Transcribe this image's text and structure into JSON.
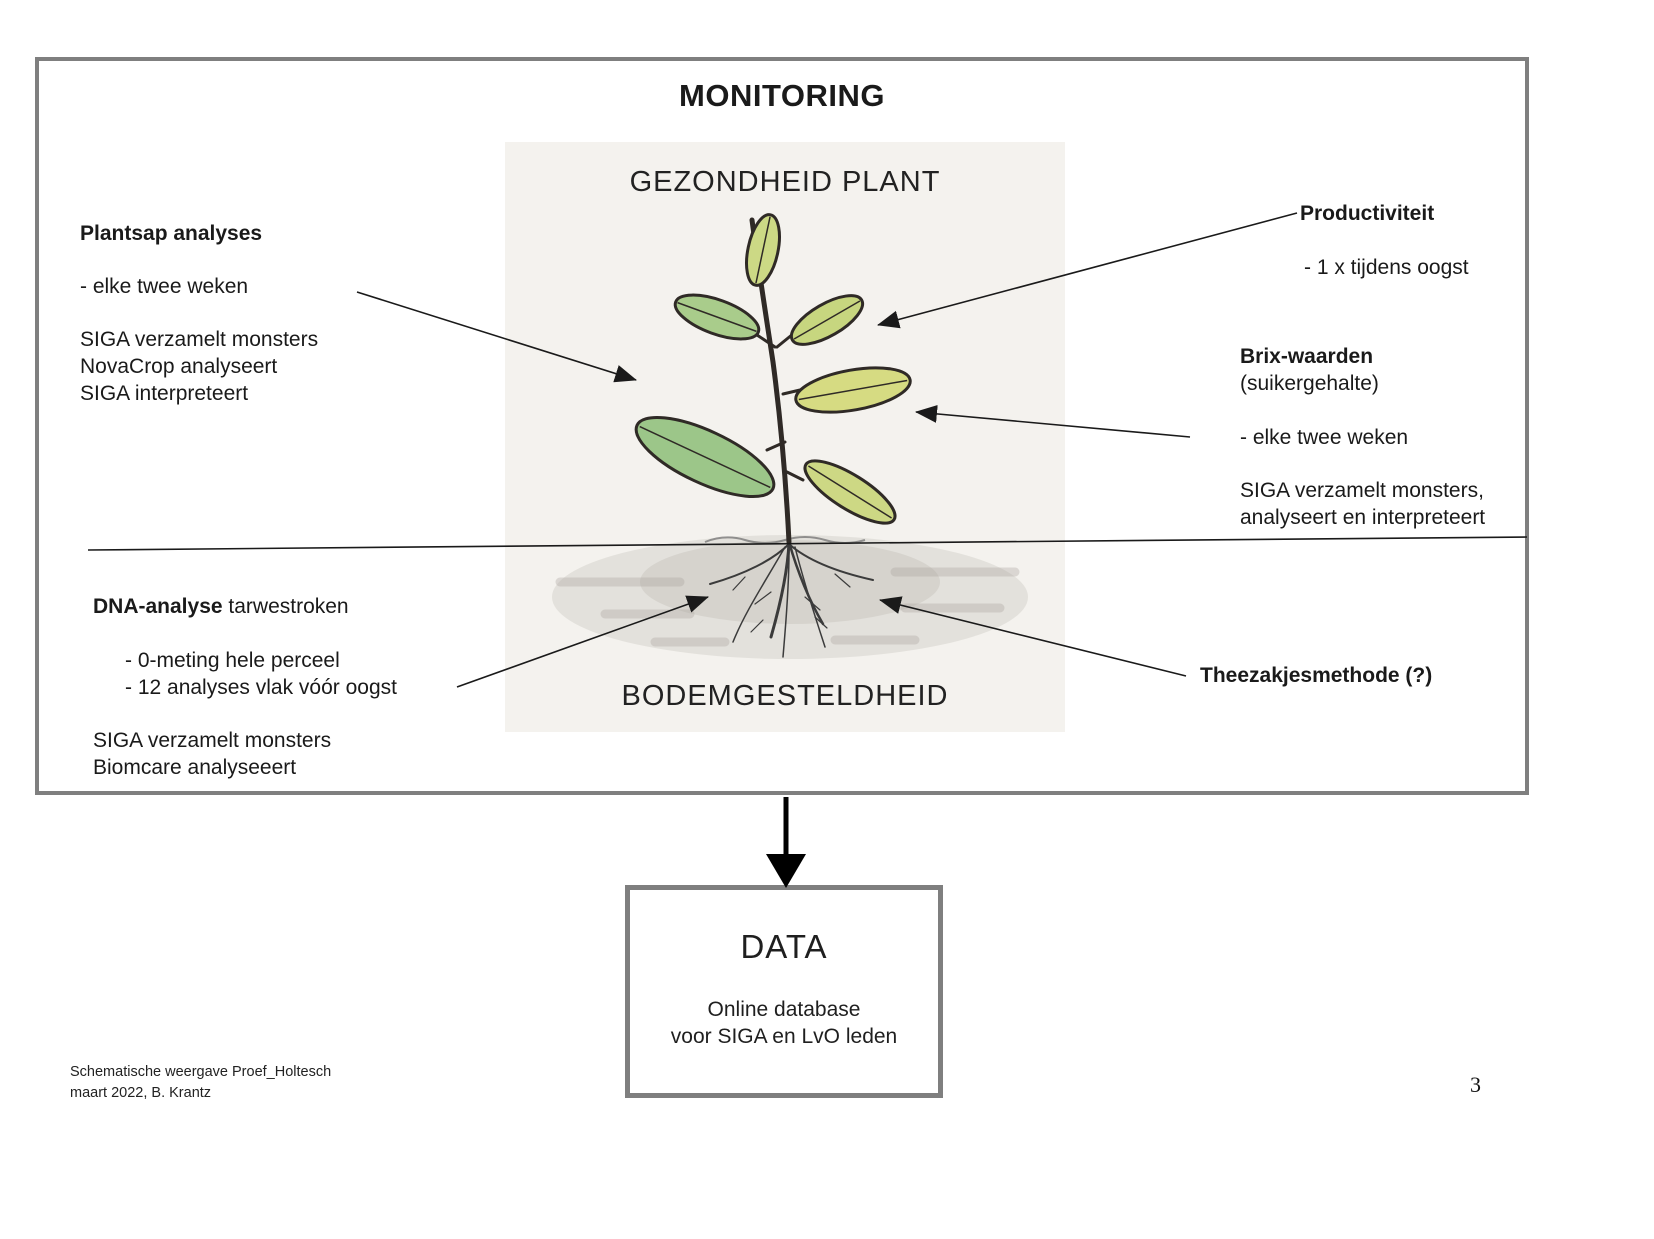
{
  "title": "MONITORING",
  "colors": {
    "box_border": "#7f7f7f",
    "arrow": "#1a1a1a",
    "photo_bg": "#f4f2ee",
    "leaf_green": "#9cc689",
    "leaf_yellow": "#d6db82"
  },
  "plant_section": {
    "top_label": "GEZONDHEID PLANT",
    "bottom_label": "BODEMGESTELDHEID"
  },
  "annotations": {
    "plantsap": {
      "heading": "Plantsap analyses",
      "interval": "- elke twee weken",
      "lines": [
        "SIGA verzamelt monsters",
        "NovaCrop analyseert",
        "SIGA interpreteert"
      ]
    },
    "productiviteit": {
      "heading": "Productiviteit",
      "interval": "- 1 x tijdens oogst"
    },
    "brix": {
      "heading": "Brix-waarden",
      "subheading": "(suikergehalte)",
      "interval": "- elke twee weken",
      "lines": [
        "SIGA verzamelt monsters,",
        "analyseert en interpreteert"
      ]
    },
    "dna": {
      "heading_bold": "DNA-analyse",
      "heading_rest": " tarwestroken",
      "bullets": [
        "-  0-meting hele perceel",
        "- 12 analyses vlak vóór oogst"
      ],
      "lines": [
        "SIGA verzamelt monsters",
        "Biomcare analyseeert"
      ]
    },
    "theezakjes": {
      "heading": "Theezakjesmethode (?)"
    }
  },
  "data_box": {
    "title": "DATA",
    "lines": [
      "Online database",
      "voor SIGA en LvO leden"
    ]
  },
  "footer": {
    "lines": [
      "Schematische weergave Proef_Holtesch",
      "maart 2022, B. Krantz"
    ],
    "page_number": "3"
  }
}
